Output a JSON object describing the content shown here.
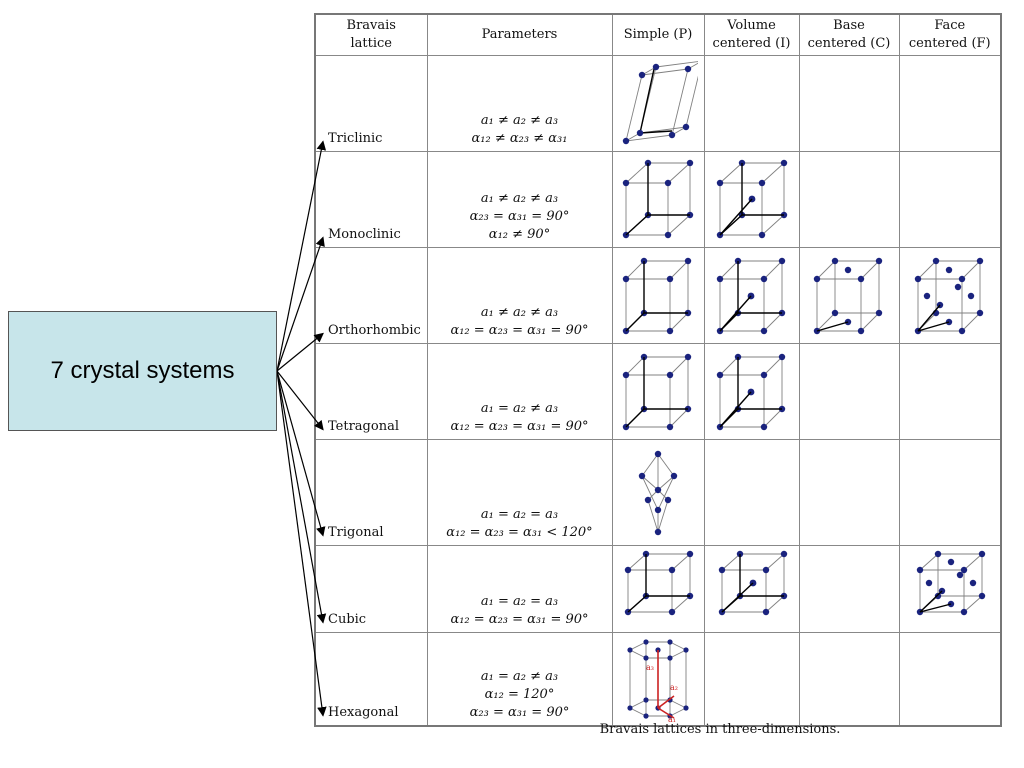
{
  "table": {
    "headers": [
      "Bravais\nlattice",
      "Parameters",
      "Simple (P)",
      "Volume\ncentered (I)",
      "Base\ncentered (C)",
      "Face\ncentered (F)"
    ],
    "rows": [
      {
        "name": "Triclinic",
        "params": [
          "a₁ ≠ a₂ ≠ a₃",
          "α₁₂ ≠ α₂₃ ≠ α₃₁"
        ],
        "lattices": [
          "P"
        ]
      },
      {
        "name": "Monoclinic",
        "params": [
          "a₁ ≠ a₂ ≠ a₃",
          "α₂₃ = α₃₁ = 90°",
          "α₁₂ ≠ 90°"
        ],
        "lattices": [
          "P",
          "I"
        ]
      },
      {
        "name": "Orthorhombic",
        "params": [
          "a₁ ≠ a₂ ≠ a₃",
          "α₁₂ = α₂₃ = α₃₁ = 90°"
        ],
        "lattices": [
          "P",
          "I",
          "C",
          "F"
        ]
      },
      {
        "name": "Tetragonal",
        "params": [
          "a₁ = a₂ ≠ a₃",
          "α₁₂ = α₂₃ = α₃₁ = 90°"
        ],
        "lattices": [
          "P",
          "I"
        ]
      },
      {
        "name": "Trigonal",
        "params": [
          "a₁ = a₂ = a₃",
          "α₁₂ = α₂₃ = α₃₁ < 120°"
        ],
        "lattices": [
          "P"
        ]
      },
      {
        "name": "Cubic",
        "params": [
          "a₁ = a₂ = a₃",
          "α₁₂ = α₂₃ = α₃₁ = 90°"
        ],
        "lattices": [
          "P",
          "I",
          "F"
        ]
      },
      {
        "name": "Hexagonal",
        "params": [
          "a₁ = a₂ ≠ a₃",
          "α₁₂ = 120°",
          "α₂₃ = α₃₁ = 90°"
        ],
        "lattices": [
          "P"
        ]
      }
    ]
  },
  "caption": "Bravais lattices in three-dimensions.",
  "systems_box": {
    "label": "7 crystal systems"
  },
  "hexagonal_axis_labels": [
    "a₃",
    "a₂",
    "a₁"
  ],
  "colors": {
    "atom": "#1a237e",
    "edge": "#808080",
    "axis": "#000000",
    "hexagonal_axis": "#cc2222",
    "systems_box": "#c7e5ea"
  }
}
